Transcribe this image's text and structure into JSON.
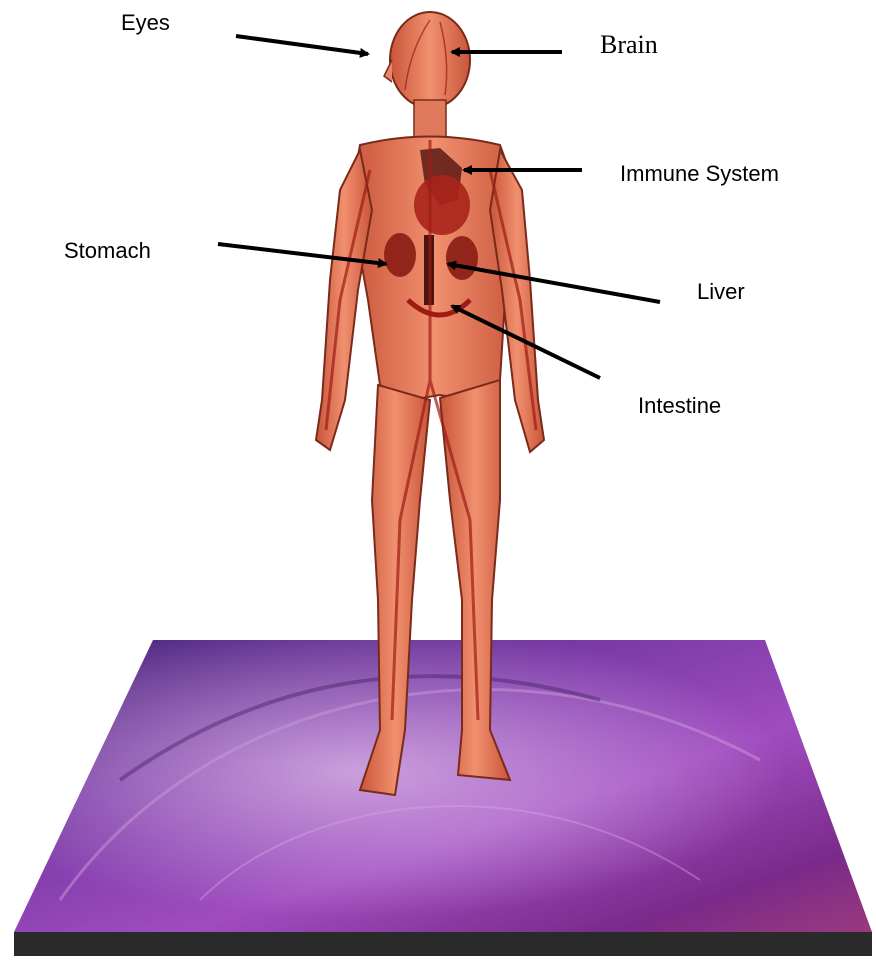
{
  "labels": {
    "eyes": "Eyes",
    "brain": "Brain",
    "immune_system": "Immune System",
    "stomach": "Stomach",
    "liver": "Liver",
    "intestine": "Intestine"
  },
  "colors": {
    "platform_purple": "#6a2c8e",
    "platform_magenta": "#8e2f7a",
    "platform_edge": "#2a2a2a",
    "skin": "#e8785a",
    "skin_dark": "#b84a2e",
    "vessel": "#9c1c14",
    "arrow": "#000000"
  }
}
